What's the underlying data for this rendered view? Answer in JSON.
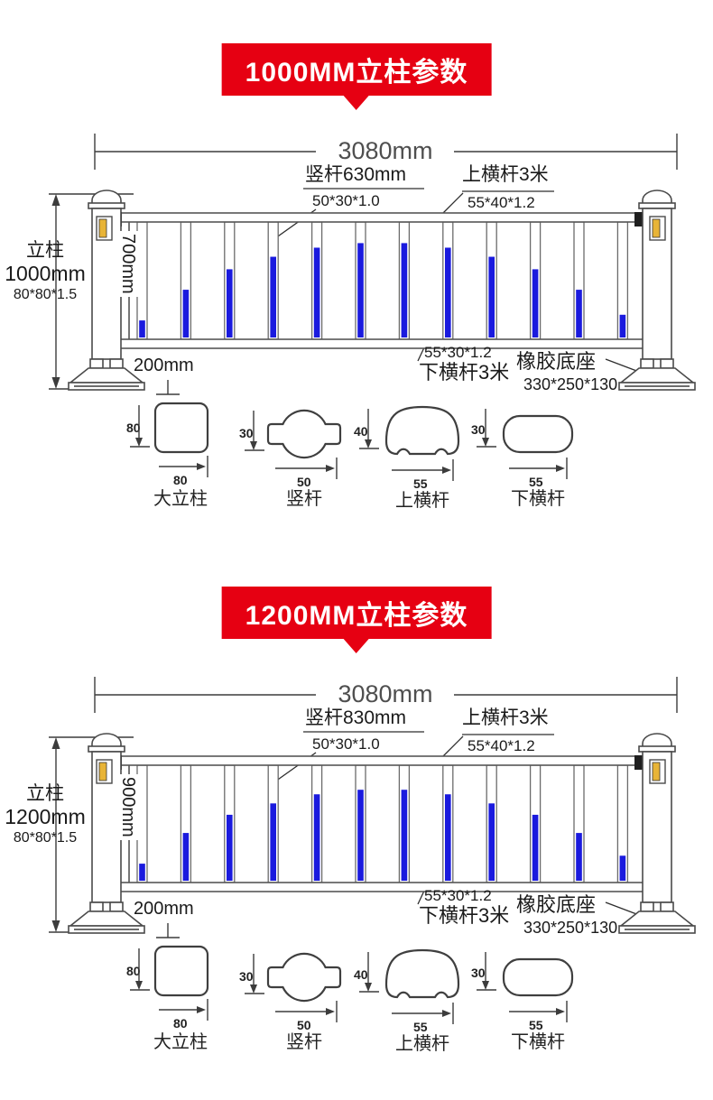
{
  "colors": {
    "banner_red": "#e60012",
    "bar_blue": "#1a1ade",
    "reflector_yellow": "#e8b437"
  },
  "sections": [
    {
      "banner": "1000MM立柱参数",
      "total_width": "3080mm",
      "vertical_bar_label": "竖杆630mm",
      "vertical_bar_spec": "50*30*1.0",
      "top_rail_label": "上横杆3米",
      "top_rail_spec": "55*40*1.2",
      "post_label": "立柱",
      "post_height": "1000mm",
      "post_spec": "80*80*1.5",
      "inner_height": "700mm",
      "ground_clearance": "200mm",
      "bottom_rail_spec": "55*30*1.2",
      "bottom_rail_label": "下横杆3米",
      "base_label": "橡胶底座",
      "base_spec": "330*250*130",
      "bar_fill_fractions": [
        0.15,
        0.42,
        0.6,
        0.71,
        0.79,
        0.83,
        0.83,
        0.79,
        0.71,
        0.6,
        0.42,
        0.2
      ],
      "profiles": [
        {
          "caption": "大立柱",
          "height": "80",
          "width": "80"
        },
        {
          "caption": "竖杆",
          "height": "30",
          "width": "50"
        },
        {
          "caption": "上横杆",
          "height": "40",
          "width": "55"
        },
        {
          "caption": "下横杆",
          "height": "30",
          "width": "55"
        }
      ]
    },
    {
      "banner": "1200MM立柱参数",
      "total_width": "3080mm",
      "vertical_bar_label": "竖杆830mm",
      "vertical_bar_spec": "50*30*1.0",
      "top_rail_label": "上横杆3米",
      "top_rail_spec": "55*40*1.2",
      "post_label": "立柱",
      "post_height": "1200mm",
      "post_spec": "80*80*1.5",
      "inner_height": "900mm",
      "ground_clearance": "200mm",
      "bottom_rail_spec": "55*30*1.2",
      "bottom_rail_label": "下横杆3米",
      "base_label": "橡胶底座",
      "base_spec": "330*250*130",
      "bar_fill_fractions": [
        0.15,
        0.42,
        0.58,
        0.68,
        0.76,
        0.8,
        0.8,
        0.76,
        0.68,
        0.58,
        0.42,
        0.22
      ],
      "profiles": [
        {
          "caption": "大立柱",
          "height": "80",
          "width": "80"
        },
        {
          "caption": "竖杆",
          "height": "30",
          "width": "50"
        },
        {
          "caption": "上横杆",
          "height": "40",
          "width": "55"
        },
        {
          "caption": "下横杆",
          "height": "30",
          "width": "55"
        }
      ]
    }
  ]
}
